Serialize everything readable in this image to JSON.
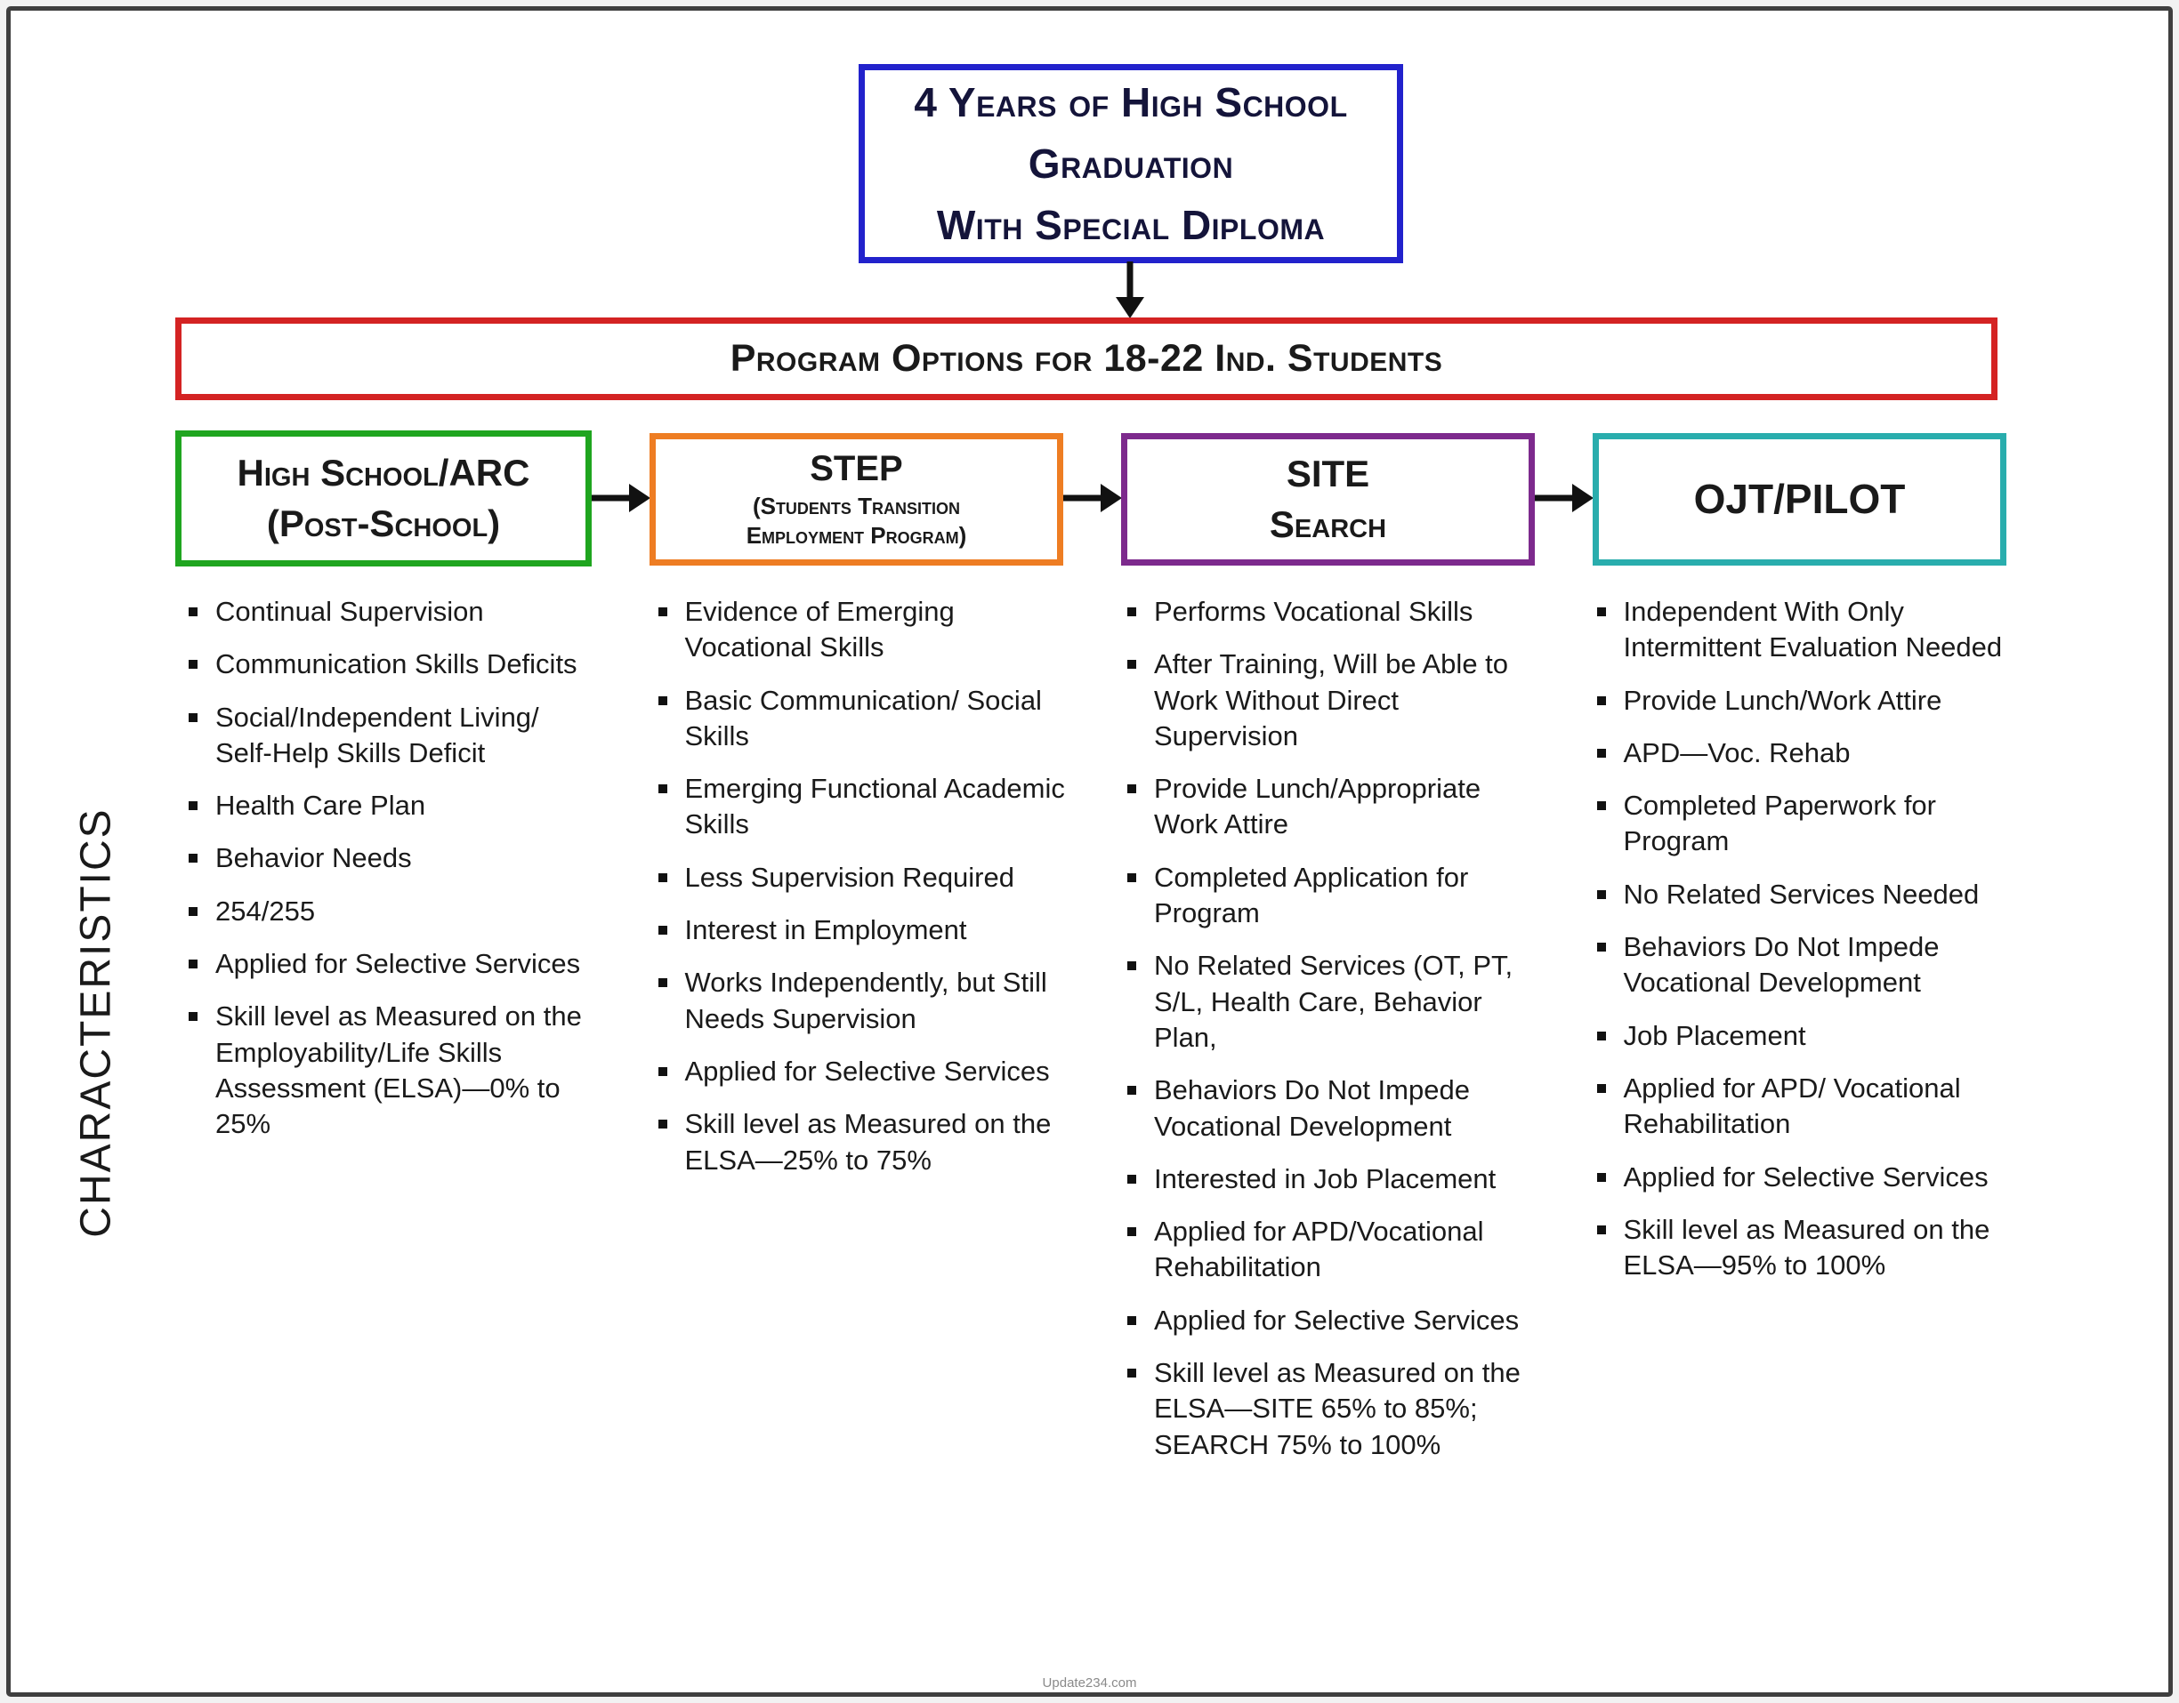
{
  "title_box": {
    "lines": [
      "4 Years of High School",
      "Graduation",
      "With Special Diploma"
    ]
  },
  "program_box": {
    "label": "Program Options for 18-22 Ind. Students"
  },
  "side_label": "CHARACTERISTICS",
  "watermark": "Update234.com",
  "colors": {
    "title_border": "#2222cc",
    "program_border": "#d42323",
    "arrow": "#111111",
    "text": "#1a1a1a",
    "column_borders": [
      "#1fa51f",
      "#ee7d23",
      "#7d2a8d",
      "#29adad"
    ]
  },
  "columns": [
    {
      "key": "high-school-arc",
      "header": {
        "line1": "High School/ARC",
        "line2": "(Post-School)"
      },
      "border_color": "#1fa51f",
      "items": [
        "Continual Supervision",
        "Communication Skills Deficits",
        "Social/Independent Living/ Self-Help Skills Deficit",
        "Health Care Plan",
        "Behavior Needs",
        "254/255",
        "Applied for Selective Services",
        "Skill level as Measured on the Employability/Life Skills Assessment (ELSA)—0% to 25%"
      ]
    },
    {
      "key": "step",
      "header": {
        "line1": "STEP",
        "sub1": "(Students Transition",
        "sub2": "Employment Program)"
      },
      "border_color": "#ee7d23",
      "items": [
        "Evidence of Emerging Vocational Skills",
        "Basic Communication/ Social Skills",
        "Emerging Functional Academic Skills",
        "Less Supervision Required",
        "Interest in Employment",
        "Works Independently, but Still Needs Supervision",
        "Applied for Selective Services",
        "Skill level as Measured on the ELSA—25% to 75%"
      ]
    },
    {
      "key": "site-search",
      "header": {
        "line1": "SITE",
        "line2": "Search"
      },
      "border_color": "#7d2a8d",
      "items": [
        "Performs Vocational Skills",
        "After Training, Will be Able to Work Without Direct Supervision",
        "Provide Lunch/Appropriate Work Attire",
        "Completed Application for Program",
        "No Related Services (OT, PT, S/L, Health Care, Behavior Plan,",
        "Behaviors Do Not Impede Vocational Development",
        "Interested in Job Placement",
        "Applied for APD/Vocational Rehabilitation",
        "Applied for Selective Services",
        "Skill level as Measured on the ELSA—SITE 65% to 85%; SEARCH 75% to 100%"
      ]
    },
    {
      "key": "ojt-pilot",
      "header": {
        "line1": "OJT/PILOT"
      },
      "border_color": "#29adad",
      "items": [
        "Independent With Only Intermittent Evaluation Needed",
        "Provide Lunch/Work Attire",
        "APD—Voc. Rehab",
        "Completed Paperwork for Program",
        "No Related Services Needed",
        "Behaviors Do Not Impede Vocational Development",
        "Job Placement",
        "Applied for APD/ Vocational Rehabilitation",
        "Applied for Selective Services",
        "Skill level as Measured on the ELSA—95% to 100%"
      ]
    }
  ]
}
